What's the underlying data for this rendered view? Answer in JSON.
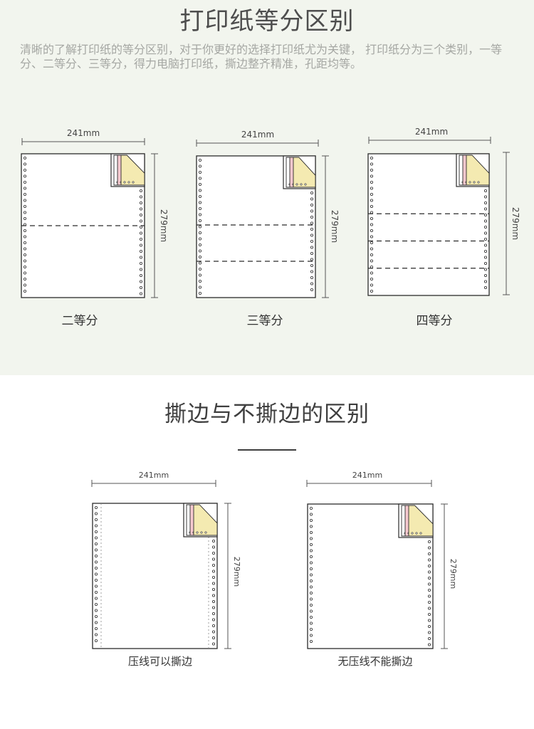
{
  "section1": {
    "title": "打印纸等分区别",
    "description": "清晰的了解打印纸的等分区别，对于你更好的选择打印纸尤为关键， 打印纸分为三个类别，一等分、二等分、三等分，得力电脑打印纸，撕边整齐精准，孔距均等。",
    "dims": {
      "p1": {
        "width": "241mm",
        "height": "279mm"
      },
      "p2": {
        "width": "241mm",
        "height": "279mm"
      },
      "p3": {
        "width": "241mm",
        "height": "279mm"
      }
    },
    "captions": {
      "p1": "二等分",
      "p2": "三等分",
      "p3": "四等分"
    }
  },
  "section2": {
    "title": "撕边与不撕边的区别",
    "dims": {
      "p4": {
        "width": "241mm",
        "height": "279mm"
      },
      "p5": {
        "width": "241mm",
        "height": "279mm"
      }
    },
    "captions": {
      "p4": "压线可以撕边",
      "p5": "无压线不能撕边"
    }
  },
  "colors": {
    "section1_bg": "#f2f5ee",
    "ply_white": "#ffffff",
    "ply_pink": "#f6c9cf",
    "ply_yellow": "#f4eab1",
    "outline": "#2b2b2b"
  }
}
